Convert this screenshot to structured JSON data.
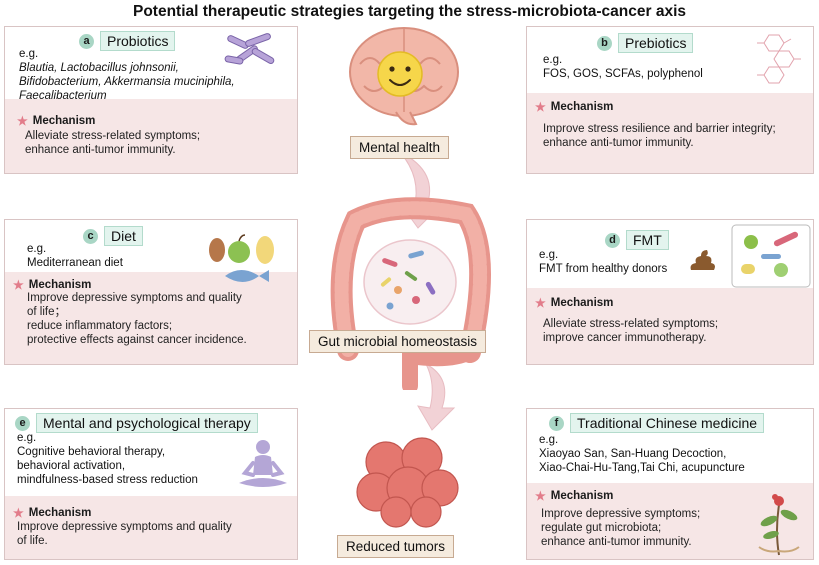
{
  "title": "Potential therapeutic strategies targeting the stress-microbiota-cancer axis",
  "panels": {
    "a": {
      "letter": "a",
      "name": "Probiotics",
      "eg": "e.g.",
      "examples": [
        "Blautia, Lactobacillus johnsonii,",
        "Bifidobacterium, Akkermansia muciniphila,",
        "Faecalibacterium"
      ],
      "mechanism_label": "Mechanism",
      "mechanism": [
        "Alleviate stress-related symptoms;",
        "enhance anti-tumor immunity."
      ]
    },
    "b": {
      "letter": "b",
      "name": "Prebiotics",
      "eg": "e.g.",
      "examples": [
        "FOS, GOS, SCFAs, polyphenol"
      ],
      "mechanism_label": "Mechanism",
      "mechanism": [
        "Improve stress resilience and barrier integrity;",
        "enhance anti-tumor immunity."
      ]
    },
    "c": {
      "letter": "c",
      "name": "Diet",
      "eg": "e.g.",
      "examples": [
        "Mediterranean diet"
      ],
      "mechanism_label": "Mechanism",
      "mechanism": [
        "Improve depressive symptoms and quality",
        "of life；",
        "reduce inflammatory factors;",
        "protective effects against cancer incidence."
      ]
    },
    "d": {
      "letter": "d",
      "name": "FMT",
      "eg": "e.g.",
      "examples": [
        "FMT from healthy donors"
      ],
      "mechanism_label": "Mechanism",
      "mechanism": [
        "Alleviate stress-related symptoms;",
        "improve cancer immunotherapy."
      ]
    },
    "e": {
      "letter": "e",
      "name": "Mental and psychological therapy",
      "eg": "e.g.",
      "examples": [
        "Cognitive behavioral therapy,",
        "behavioral activation,",
        "mindfulness-based stress reduction"
      ],
      "mechanism_label": "Mechanism",
      "mechanism": [
        "Improve depressive symptoms and quality",
        "of life."
      ]
    },
    "f": {
      "letter": "f",
      "name": "Traditional Chinese medicine",
      "eg": "e.g.",
      "examples": [
        "Xiaoyao San, San-Huang Decoction,",
        "Xiao-Chai-Hu-Tang,Tai Chi, acupuncture"
      ],
      "mechanism_label": "Mechanism",
      "mechanism": [
        "Improve depressive symptoms;",
        "regulate gut microbiota;",
        "enhance anti-tumor immunity."
      ]
    }
  },
  "center": {
    "mental_health": "Mental health",
    "gut": "Gut microbial homeostasis",
    "tumors": "Reduced tumors"
  },
  "colors": {
    "badge": "#a9d6c5",
    "tag_bg": "#e3f4ee",
    "mechanism_bg": "#f6e6e6",
    "label_bg": "#f5ebde",
    "star": "#e27c8a"
  }
}
